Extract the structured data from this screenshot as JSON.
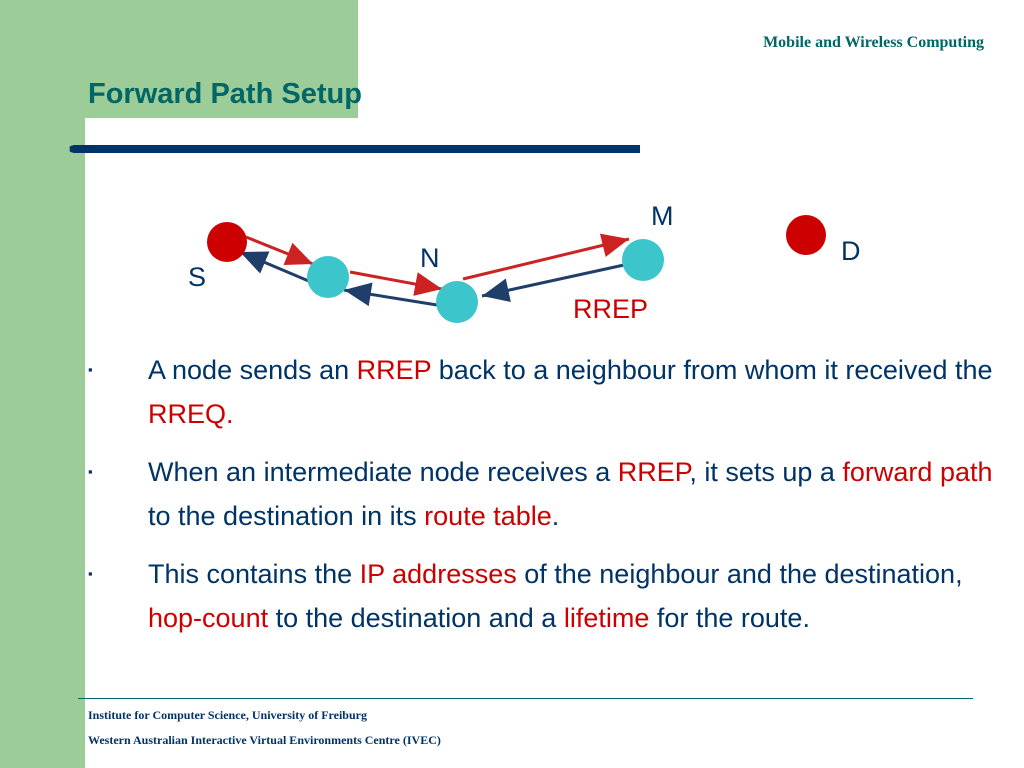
{
  "header": {
    "course": "Mobile and Wireless Computing"
  },
  "slide": {
    "title": "Forward Path Setup"
  },
  "diagram": {
    "labels": {
      "S": "S",
      "N": "N",
      "M": "M",
      "D": "D",
      "rrep": "RREP"
    },
    "colors": {
      "source_dest": "#cc0000",
      "intermediate": "#3cc6cc",
      "forward_arrow": "#cc2222",
      "reverse_arrow": "#1f3f6a"
    }
  },
  "bullets": [
    {
      "p1": "A node sends an ",
      "h1": "RREP",
      "p2": " back to a neighbour from whom it received the ",
      "h2": "RREQ.",
      "p3": ""
    },
    {
      "p1": "When an intermediate node receives a ",
      "h1": "RREP",
      "p2": ", it sets up a ",
      "h2": "forward path",
      "p3": "  to the destination in its ",
      "h3": "route table",
      "p4": "."
    },
    {
      "p1": "This contains the ",
      "h1": "IP addresses",
      "p2": " of the neighbour and the destination, ",
      "h2": "hop-count",
      "p3": " to the destination and a ",
      "h3": "lifetime",
      "p4": " for the route."
    }
  ],
  "footer": {
    "line1": "Institute for Computer Science, University of Freiburg",
    "line2": "Western Australian Interactive Virtual Environments Centre (IVEC)"
  }
}
